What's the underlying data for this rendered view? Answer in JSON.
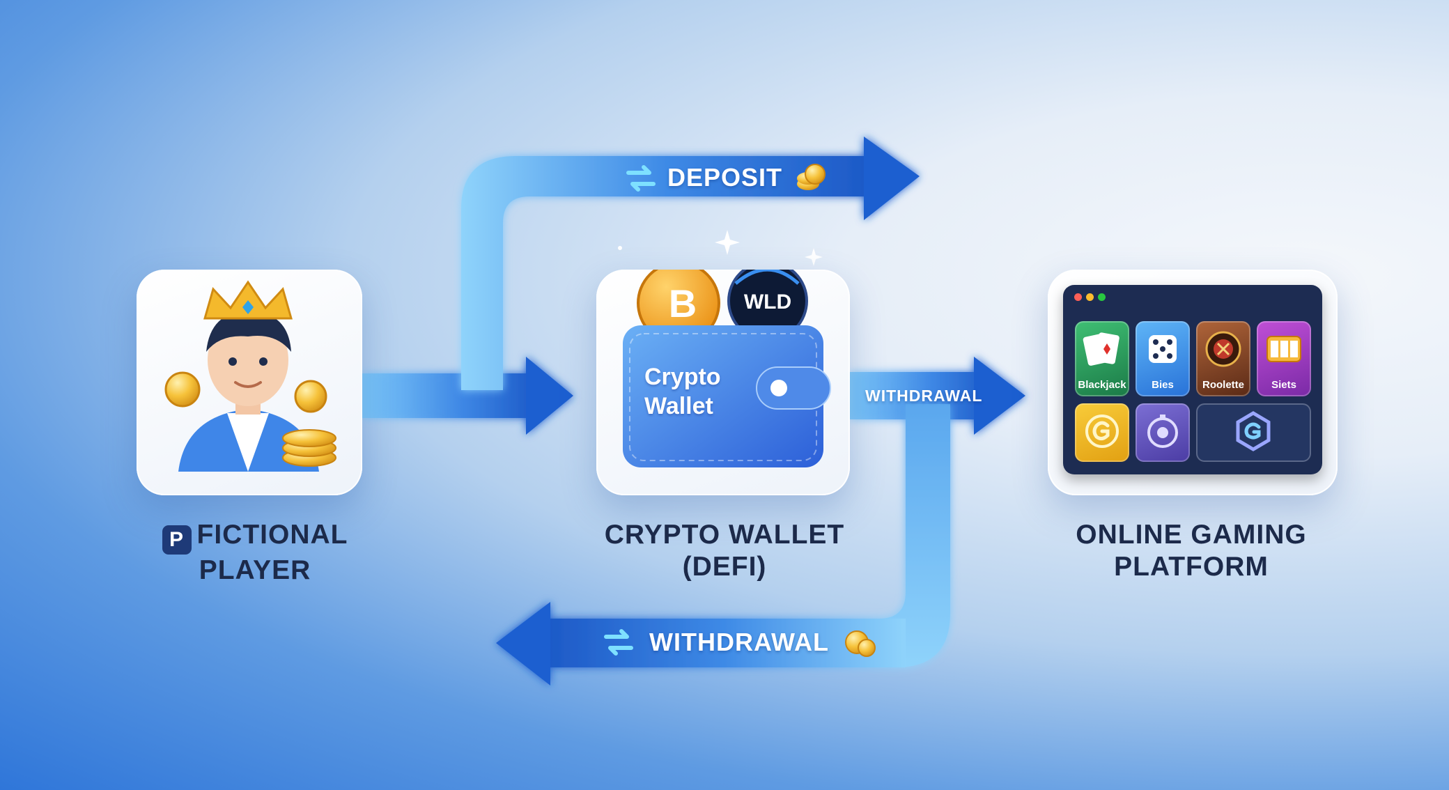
{
  "colors": {
    "arrow_dark": "#1f5fd0",
    "arrow_light": "#6cc0f8",
    "label_text": "#1c2a4a",
    "bitcoin": "#f4a623",
    "wld": "#0d1a35",
    "platform_bg": "#1d2c52"
  },
  "player": {
    "badge": "P",
    "label_line1": "FICTIONAL",
    "label_line2": "PLAYER"
  },
  "wallet": {
    "card_text_line1": "Crypto",
    "card_text_line2": "Wallet",
    "label_line1": "CRYPTO WALLET",
    "label_line2": "(DEFI)",
    "coins": [
      {
        "label": "B",
        "icon": "bitcoin-icon"
      },
      {
        "label": "WLD",
        "icon": "worldcoin-icon"
      }
    ]
  },
  "platform": {
    "label_line1": "ONLINE GAMING",
    "label_line2": "PLATFORM",
    "games": [
      "Blackjack",
      "Bies",
      "Roolette",
      "Siets"
    ]
  },
  "flows": {
    "deposit": "DEPOSIT",
    "withdrawal_right": "WITHDRAWAL",
    "withdrawal_bottom": "WITHDRAWAL"
  }
}
